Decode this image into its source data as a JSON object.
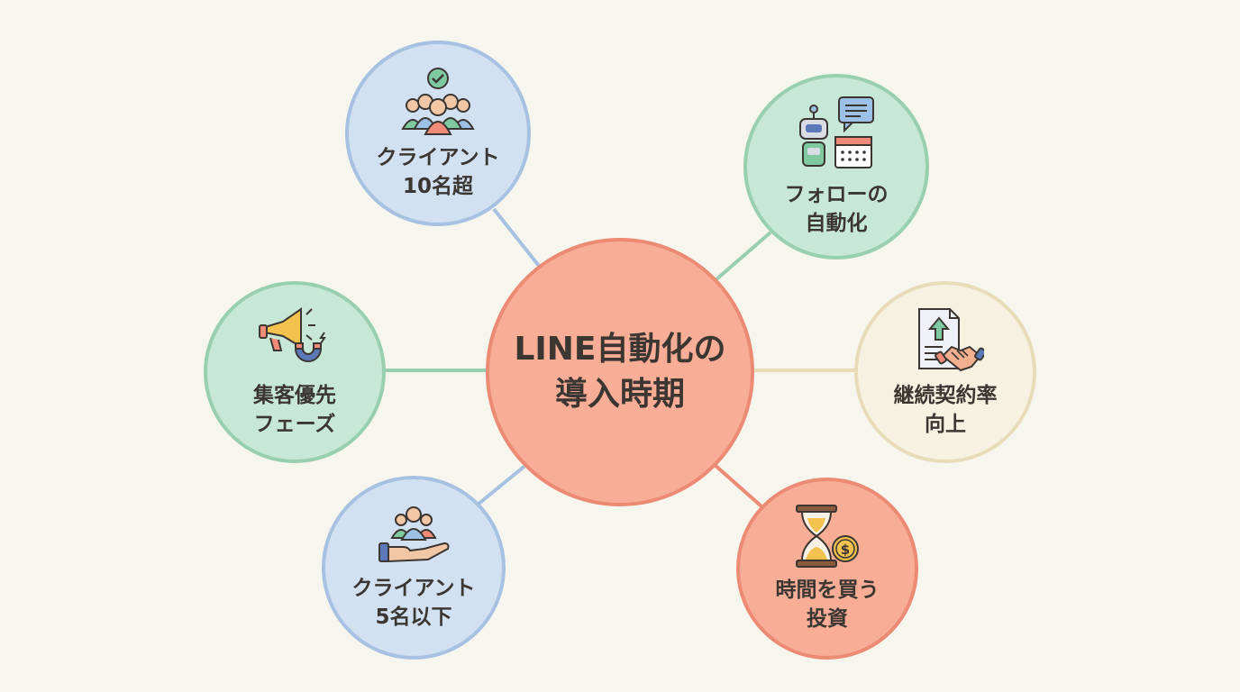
{
  "colors": {
    "background": "#f7f6ee",
    "blue_fill": "#d2e1f1",
    "blue_border": "#a7c1e2",
    "green_fill": "#c7e8d6",
    "green_border": "#99cfb1",
    "salmon_fill": "#f7ad96",
    "salmon_border": "#ec8a74",
    "cream_fill": "#f6f1e0",
    "cream_border": "#e8dcb8",
    "text": "#3b3632"
  },
  "center": {
    "label": "LINE自動化の\n導入時期"
  },
  "nodes": [
    {
      "id": "clients-10-plus",
      "label": "クライアント\n10名超",
      "icon": "team-check-icon"
    },
    {
      "id": "follow-automation",
      "label": "フォローの\n自動化",
      "icon": "robot-chat-calendar-icon"
    },
    {
      "id": "acquisition-phase",
      "label": "集客優先\nフェーズ",
      "icon": "megaphone-magnet-icon"
    },
    {
      "id": "retention-rate",
      "label": "継続契約率\n向上",
      "icon": "document-handshake-icon"
    },
    {
      "id": "clients-5-or-less",
      "label": "クライアント\n5名以下",
      "icon": "hand-people-icon"
    },
    {
      "id": "buy-time",
      "label": "時間を買う\n投資",
      "icon": "hourglass-coin-icon"
    }
  ]
}
